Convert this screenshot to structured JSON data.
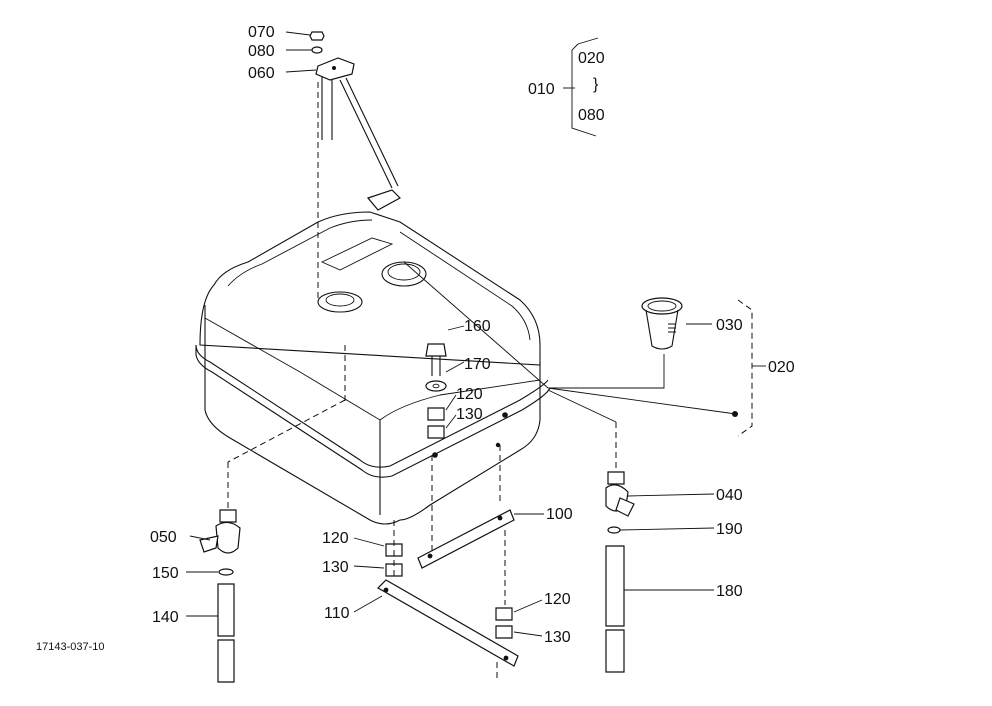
{
  "figure_code": "17143-037-10",
  "assembly": {
    "label": "010",
    "range_from": "020",
    "range_sep": "}",
    "range_to": "080"
  },
  "parts": {
    "p070": "070",
    "p080": "080",
    "p060": "060",
    "p160": "160",
    "p170": "170",
    "p120a": "120",
    "p130a": "130",
    "p030": "030",
    "p020": "020",
    "p040": "040",
    "p190": "190",
    "p180": "180",
    "p100": "100",
    "p050": "050",
    "p150": "150",
    "p140": "140",
    "p120b": "120",
    "p130b": "130",
    "p110": "110",
    "p120c": "120",
    "p130c": "130"
  }
}
